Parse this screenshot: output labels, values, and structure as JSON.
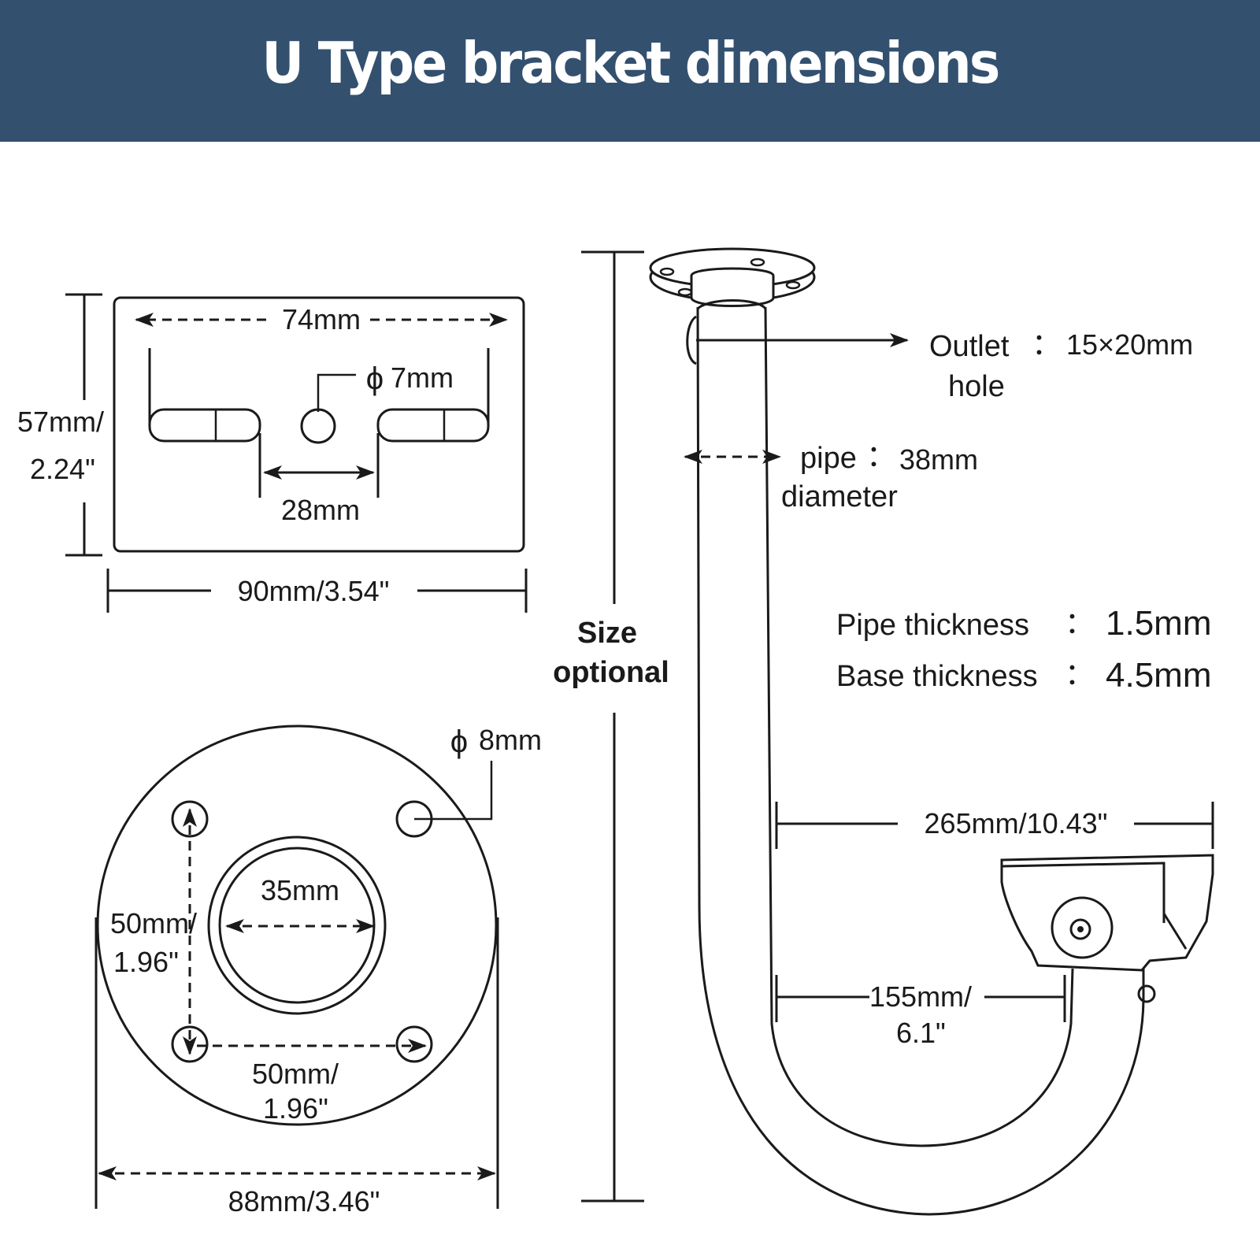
{
  "header": {
    "title": "U Type bracket dimensions",
    "background_color": "#33506f",
    "text_color": "#ffffff"
  },
  "base_plate": {
    "hole_spacing": "74mm",
    "center_hole": "7mm",
    "center_hole_symbol": "ϕ",
    "slot_gap": "28mm",
    "height": "57mm/",
    "height_inch": "2.24\"",
    "width": "90mm/3.54\""
  },
  "round_flange": {
    "bolt_hole": "8mm",
    "bolt_hole_symbol": "ϕ",
    "inner_diameter": "35mm",
    "vertical_spacing": "50mm/",
    "vertical_spacing_inch": "1.96\"",
    "horizontal_spacing": "50mm/",
    "horizontal_spacing_inch": "1.96\"",
    "outer_diameter": "88mm/3.46\""
  },
  "bracket": {
    "size_note_line1": "Size",
    "size_note_line2": "optional",
    "outlet_hole_label_line1": "Outlet",
    "outlet_hole_label_line2": "hole",
    "outlet_hole_separator": "：",
    "outlet_hole_value": "15×20mm",
    "pipe_label_line1": "pipe",
    "pipe_separator": "：",
    "pipe_value": "38mm",
    "pipe_label_line2": "diameter",
    "pipe_thickness_label": "Pipe thickness",
    "pipe_thickness_separator": "：",
    "pipe_thickness_value": "1.5mm",
    "base_thickness_label": "Base thickness",
    "base_thickness_separator": "：",
    "base_thickness_value": "4.5mm",
    "reach_total": "265mm/10.43\"",
    "reach_inner": "155mm/",
    "reach_inner_inch": "6.1\""
  }
}
